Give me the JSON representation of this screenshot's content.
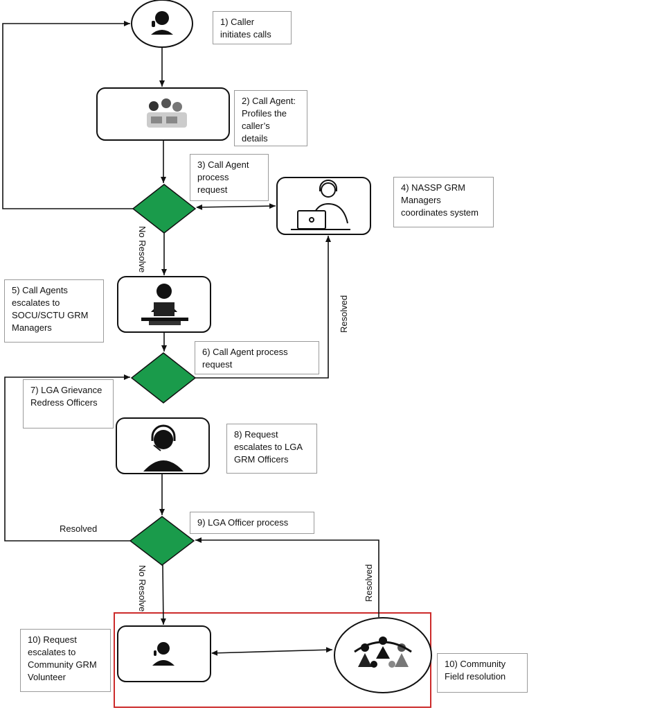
{
  "steps": {
    "s1": "1) Caller\ninitiates calls",
    "s2": "2) Call Agent:\nProfiles the\ncaller’s\ndetails",
    "s3": "3) Call Agent\nprocess\nrequest",
    "s4": "4) NASSP GRM\nManagers\ncoordinates system",
    "s5": "5) Call Agents\nescalates to\nSOCU/SCTU GRM\nManagers",
    "s6": "6) Call Agent process\nrequest",
    "s7": "7) LGA Grievance\nRedress Officers",
    "s8": "8) Request\nescalates to LGA\nGRM Officers",
    "s9": "9) LGA Officer process",
    "s10a": "10) Request\nescalates to\nCommunity GRM\nVolunteer",
    "s10b": "10) Community\nField resolution"
  },
  "edges": {
    "no_resolve_1": "No Resolve",
    "resolved_1": "Resolved",
    "resolved_2": "Resolved",
    "no_resolve_2": "No Resolve",
    "resolved_3": "Resolved"
  },
  "colors": {
    "decision": "#1a9b4b",
    "highlight": "#cc2a2a",
    "line": "#111111"
  },
  "icons": {
    "caller": "caller-icon",
    "call_center": "call-center-icon",
    "laptop_agent": "laptop-agent-icon",
    "headset_agent": "headset-agent-icon",
    "officer": "officer-headset-icon",
    "volunteer": "volunteer-icon",
    "community": "community-circle-icon"
  }
}
